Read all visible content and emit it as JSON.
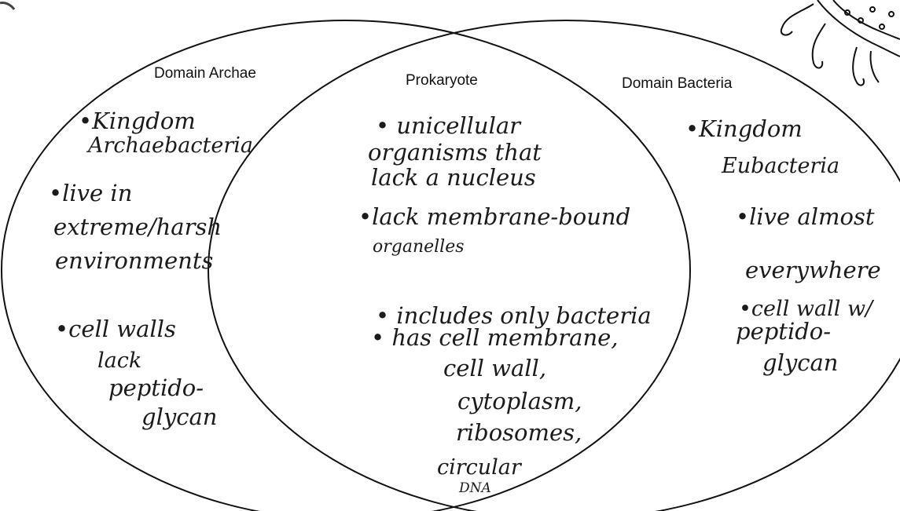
{
  "circles": {
    "left_title": "Domain Archae",
    "center_title": "Prokaryote",
    "right_title": "Domain Bacteria"
  },
  "archaea_notes": {
    "n1_l1": "•Kingdom",
    "n1_l2": "Archaebacteria",
    "n2_l1": "•live in",
    "n2_l2": "extreme/harsh",
    "n2_l3": "environments",
    "n3_l1": "•cell walls",
    "n3_l2": "lack",
    "n3_l3": "peptido-",
    "n3_l4": "glycan"
  },
  "prokaryote_notes": {
    "n1_l1": "• unicellular",
    "n1_l2": "organisms that",
    "n1_l3": "lack a nucleus",
    "n2_l1": "•lack membrane-bound",
    "n2_l2": "organelles",
    "n3_l1": "• includes only bacteria",
    "n4_l1": "• has cell membrane,",
    "n4_l2": "cell wall,",
    "n4_l3": "cytoplasm,",
    "n4_l4": "ribosomes,",
    "n4_l5": "circular",
    "n4_l6": "DNA"
  },
  "bacteria_notes": {
    "n1_l1": "•Kingdom",
    "n1_l2": "Eubacteria",
    "n2_l1": "•live almost",
    "n2_l2": "everywhere",
    "n3_l1": "•cell wall w/",
    "n3_l2": "peptido-",
    "n3_l3": "glycan"
  },
  "colors": {
    "line": "#111111",
    "ink": "#1b1b1b"
  }
}
